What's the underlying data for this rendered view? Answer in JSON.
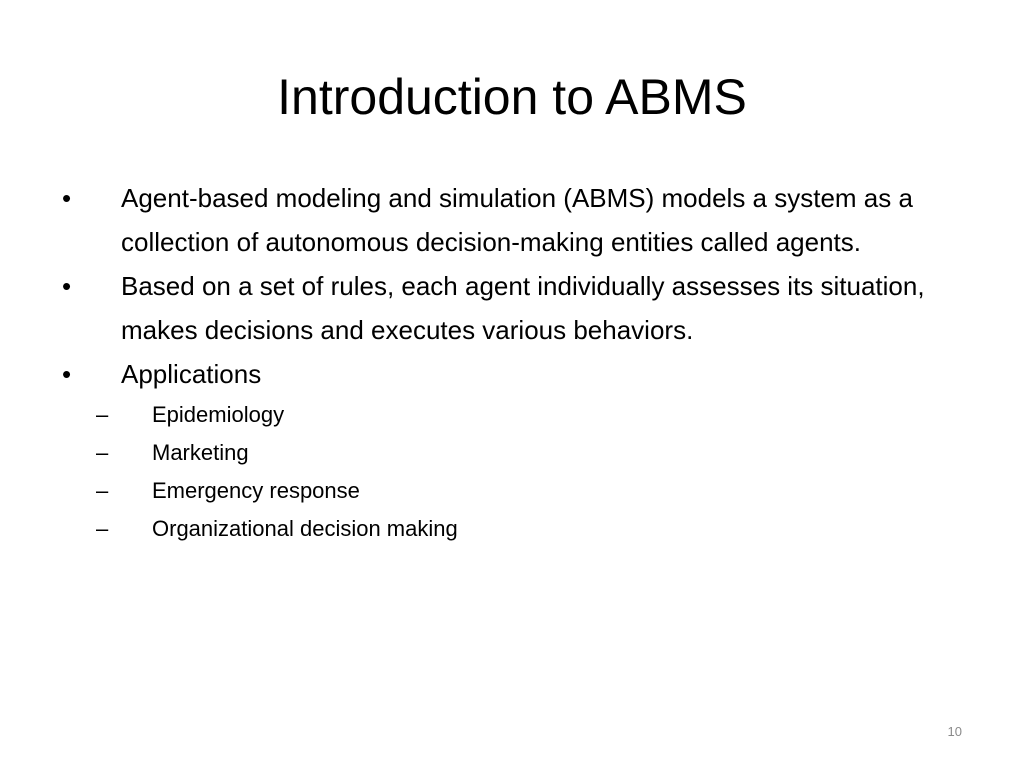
{
  "slide": {
    "title": "Introduction to ABMS",
    "bullets": [
      {
        "marker": "•",
        "text": "Agent-based modeling and simulation (ABMS) models a system as a collection of autonomous decision-making entities called agents."
      },
      {
        "marker": "•",
        "text": "Based on a set of rules, each agent individually assesses its situation, makes decisions and executes various behaviors."
      },
      {
        "marker": "•",
        "text": "Applications",
        "sub_items": [
          {
            "marker": "–",
            "text": "Epidemiology"
          },
          {
            "marker": "–",
            "text": "Marketing"
          },
          {
            "marker": "–",
            "text": "Emergency response"
          },
          {
            "marker": "–",
            "text": "Organizational decision making"
          }
        ]
      }
    ],
    "page_number": "10"
  }
}
